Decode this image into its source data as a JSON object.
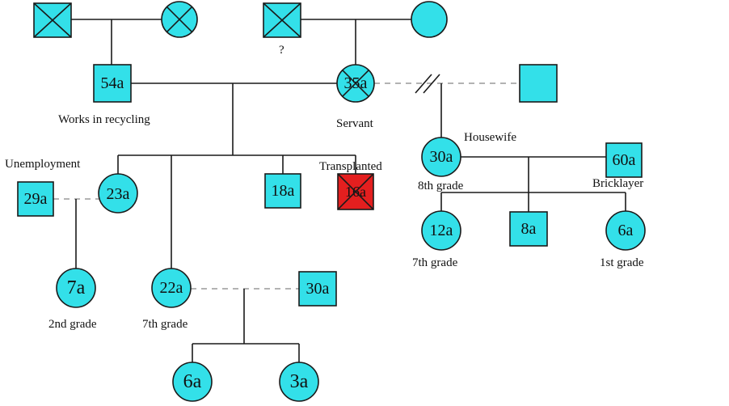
{
  "people": {
    "gf1": {
      "age": ""
    },
    "gm1": {
      "age": ""
    },
    "gf2": {
      "age": "",
      "note": "?"
    },
    "gm2": {
      "age": ""
    },
    "p54": {
      "age": "54a",
      "note": "Works in recycling"
    },
    "p35": {
      "age": "35a",
      "note": "Servant"
    },
    "pr": {
      "age": ""
    },
    "p30h": {
      "age": "30a",
      "note": "Housewife",
      "note2": "8th grade"
    },
    "p60": {
      "age": "60a",
      "note": "Bricklayer"
    },
    "p29": {
      "age": "29a",
      "note": "Unemployment"
    },
    "p23": {
      "age": "23a"
    },
    "p18": {
      "age": "18a"
    },
    "ptr": {
      "age": "16a",
      "note": "Transplanted"
    },
    "p12": {
      "age": "12a",
      "note": "7th grade"
    },
    "p8": {
      "age": "8a"
    },
    "p6b": {
      "age": "6a",
      "note": "1st grade"
    },
    "p7": {
      "age": "7a",
      "note": "2nd grade"
    },
    "p22": {
      "age": "22a",
      "note": "7th grade"
    },
    "p30s": {
      "age": "30a"
    },
    "p6": {
      "age": "6a"
    },
    "p3": {
      "age": "3a"
    }
  },
  "colors": {
    "fill": "#33e0e9",
    "highlight": "#e41f1f",
    "line": "#1a1a1a"
  }
}
